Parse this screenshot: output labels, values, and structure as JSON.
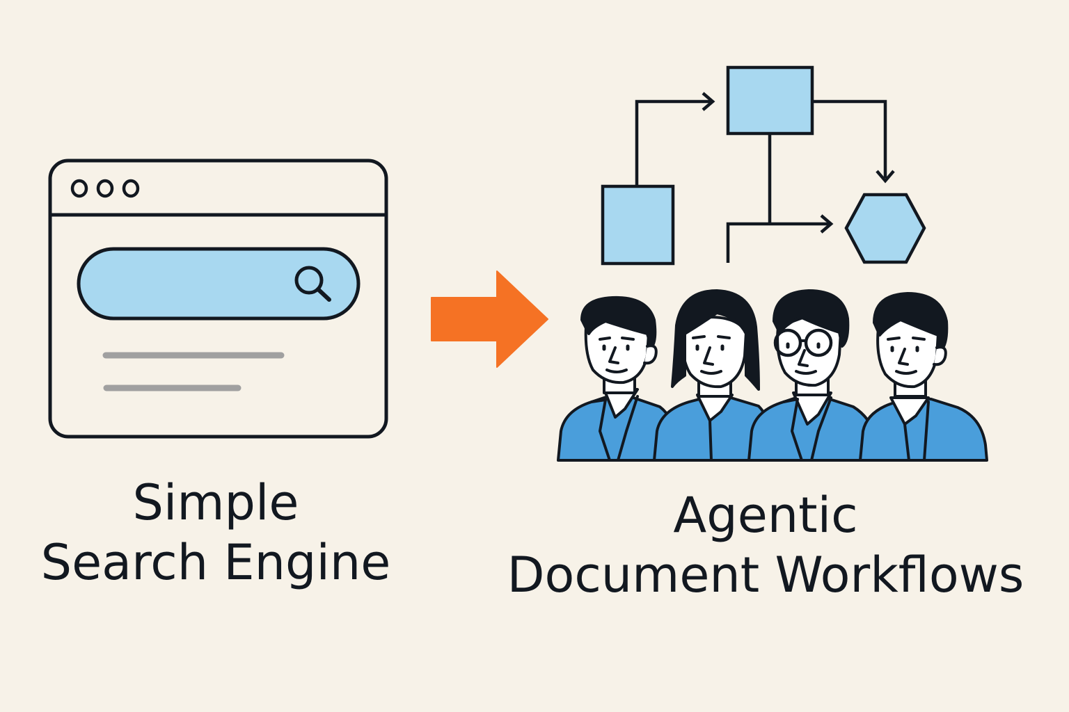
{
  "left": {
    "title_line1": "Simple",
    "title_line2": "Search Engine",
    "icons": [
      "browser-window-icon",
      "search-icon"
    ]
  },
  "right": {
    "title_line1": "Agentic",
    "title_line2": "Document Workflows",
    "icons": [
      "flowchart-icon",
      "team-of-people-icon"
    ]
  },
  "transition_arrow": {
    "icon": "arrow-right-icon"
  },
  "colors": {
    "background": "#f7f2e8",
    "accent_blue": "#a8d8f0",
    "suit_blue": "#4a9edb",
    "arrow_orange": "#f57224",
    "outline": "#121820",
    "placeholder_gray": "#a0a0a0"
  }
}
